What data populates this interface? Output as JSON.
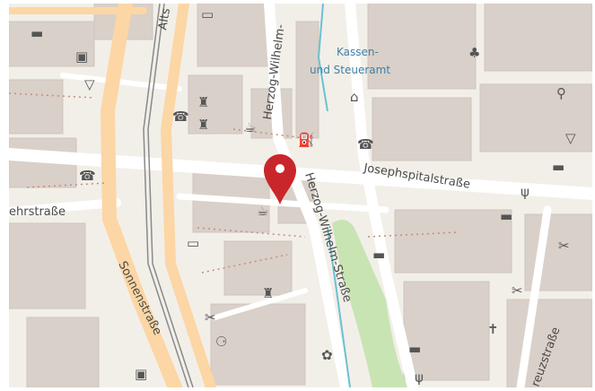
{
  "map": {
    "marker": {
      "name": "location-marker",
      "color": "#c9262b"
    },
    "labels": {
      "herzog_wilhelm_upper": "Herzog-Wilhelm-",
      "herzog_wilhelm_lower": "Herzog-Wilhelm-Straße",
      "josephspital": "Josephspitalstraße",
      "sonnenstrasse": "Sonnenstraße",
      "left_street": "ehrstraße",
      "top_left_street": "Alts",
      "bottom_right_street": "reuzstraße",
      "kassen_line1": "Kassen-",
      "kassen_line2": "und Steueramt"
    },
    "colors": {
      "land": "#f2efe9",
      "building": "#d9d0c9",
      "road_minor": "#ffffff",
      "road_major": "#fcd6a4",
      "park": "#c8e4b3",
      "water_line": "#6bc1d3",
      "rail": "#888888"
    },
    "poi_icons": [
      "fast-food-icon",
      "bank-icon",
      "cocktail-bar-icon",
      "telephone-icon",
      "clothes-shop-icon",
      "cafe-icon",
      "fuel-icon",
      "courthouse-icon",
      "playground-icon",
      "hotel-icon",
      "restaurant-icon",
      "atm-icon",
      "shopping-cart-icon",
      "hairdresser-icon",
      "art-gallery-icon",
      "church-icon"
    ]
  }
}
